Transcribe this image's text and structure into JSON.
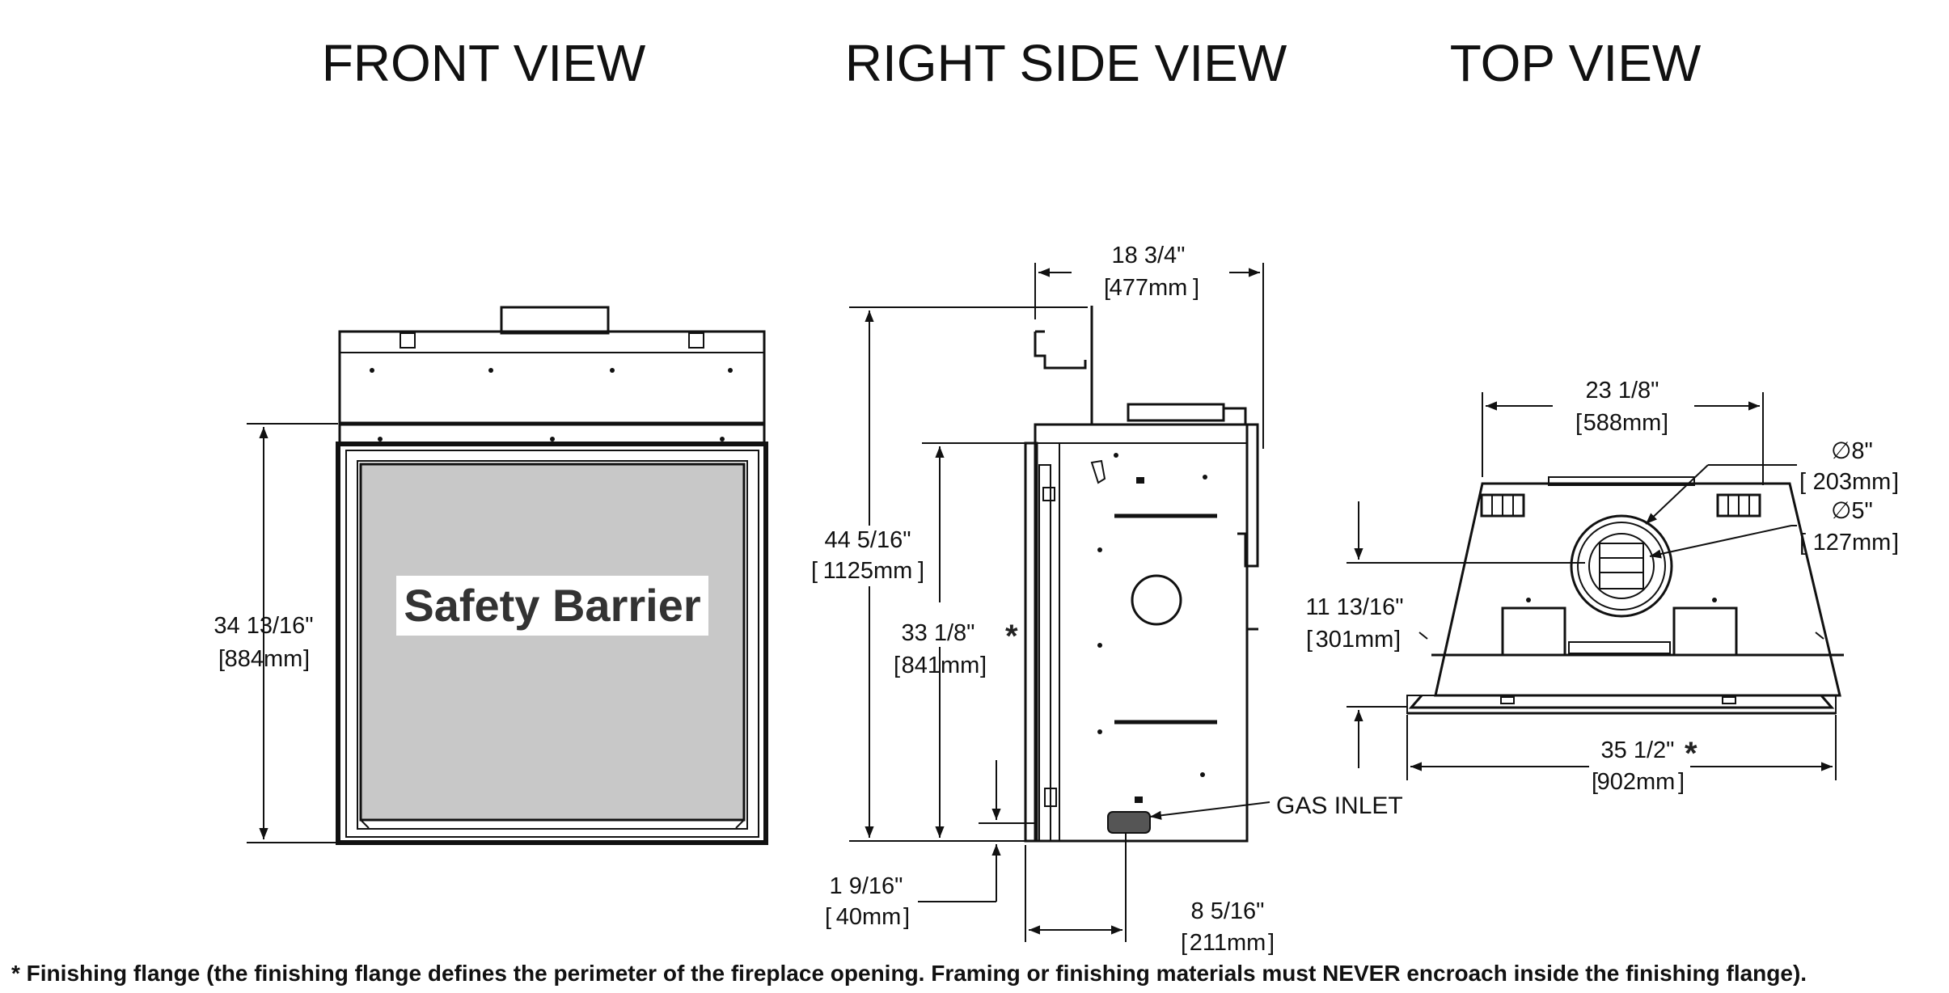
{
  "views": {
    "front": "FRONT VIEW",
    "right_side": "RIGHT SIDE VIEW",
    "top": "TOP VIEW"
  },
  "front": {
    "barrier_label": "Safety Barrier",
    "height_in": "34 13/16\"",
    "height_mm": "884mm"
  },
  "side": {
    "depth_in": "18 3/4\"",
    "depth_mm": "477mm",
    "overall_height_in": "44 5/16\"",
    "overall_height_mm": "1125mm",
    "opening_height_in": "33 1/8\"",
    "opening_height_mm": "841mm",
    "base_offset_in": "1 9/16\"",
    "base_offset_mm": "40mm",
    "gas_inlet_in": "8 5/16\"",
    "gas_inlet_mm": "211mm",
    "gas_inlet_label": "GAS INLET",
    "asterisk": "*"
  },
  "top": {
    "rear_width_in": "23 1/8\"",
    "rear_width_mm": "588mm",
    "outer_dia_in": "∅8\"",
    "outer_dia_mm": "203mm",
    "inner_dia_in": "∅5\"",
    "inner_dia_mm": "127mm",
    "vent_offset_in": "11 13/16\"",
    "vent_offset_mm": "301mm",
    "front_width_in": "35 1/2\"",
    "front_width_mm": "902mm",
    "asterisk": "*"
  },
  "footnote": "* Finishing flange (the finishing flange defines the perimeter of the fireplace opening. Framing or finishing materials must NEVER encroach inside the finishing flange)."
}
